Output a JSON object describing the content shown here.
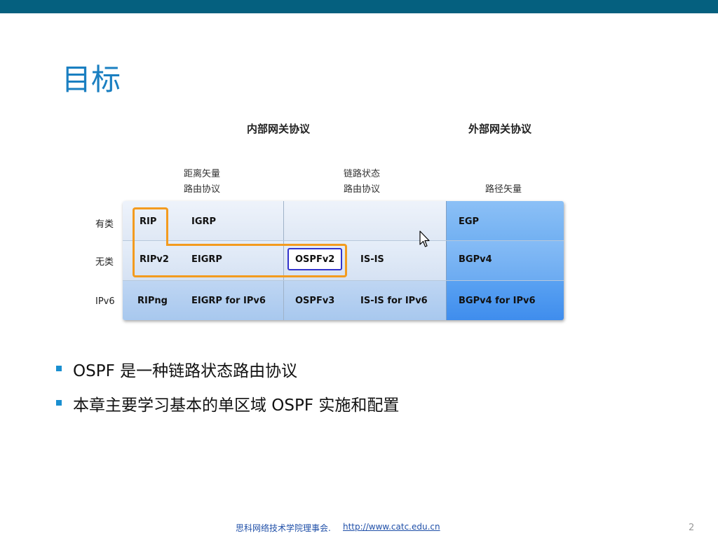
{
  "title": "目标",
  "diagram": {
    "headers": {
      "interior": "内部网关协议",
      "exterior": "外部网关协议"
    },
    "subheaders": {
      "distance_vector": [
        "距离矢量",
        "路由协议"
      ],
      "link_state": [
        "链路状态",
        "路由协议"
      ],
      "path_vector": "路径矢量"
    },
    "rows": [
      {
        "label": "有类",
        "cells": [
          "RIP",
          "IGRP",
          "",
          "",
          "EGP"
        ]
      },
      {
        "label": "无类",
        "cells": [
          "RIPv2",
          "EIGRP",
          "OSPFv2",
          "IS-IS",
          "BGPv4"
        ]
      },
      {
        "label": "IPv6",
        "cells": [
          "RIPng",
          "EIGRP for IPv6",
          "OSPFv3",
          "IS-IS for IPv6",
          "BGPv4 for IPv6"
        ]
      }
    ],
    "colors": {
      "highlight_orange": "#f39b1f",
      "ospf_box": "#3333cc",
      "egp_blue": "#6fb0f4"
    }
  },
  "bullets": [
    "OSPF 是一种链路状态路由协议",
    "本章主要学习基本的单区域 OSPF 实施和配置"
  ],
  "footer": {
    "org": "思科网络技术学院理事会.",
    "url": "http://www.catc.edu.cn",
    "page": "2"
  }
}
